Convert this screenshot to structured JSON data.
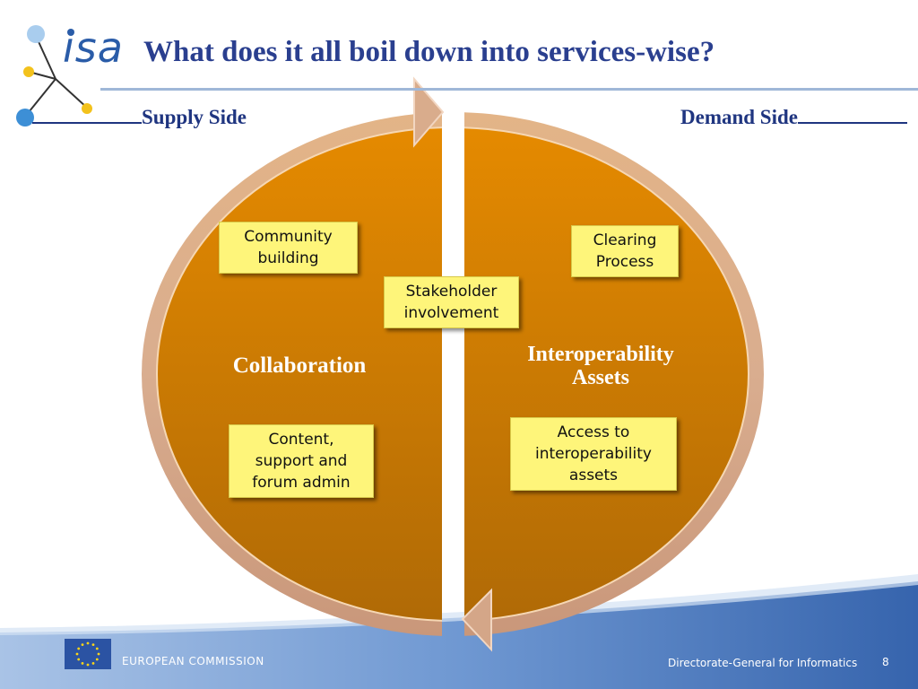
{
  "logo": {
    "text": "isa"
  },
  "slide": {
    "title": "What does it all boil down into services-wise?",
    "supply_label": "Supply Side",
    "demand_label": "Demand Side",
    "page_number": "8"
  },
  "diagram": {
    "left_title": "Collaboration",
    "right_title_line1": "Interoperability",
    "right_title_line2": "Assets",
    "boxes": {
      "community_building": [
        "Community",
        "building"
      ],
      "stakeholder_involvement": [
        "Stakeholder",
        "involvement"
      ],
      "clearing_process": [
        "Clearing",
        "Process"
      ],
      "content_support": [
        "Content,",
        "support and",
        "forum admin"
      ],
      "access_assets": [
        "Access to",
        "interoperability",
        "assets"
      ]
    }
  },
  "footer": {
    "left": "EUROPEAN COMMISSION",
    "right": "Directorate-General for Informatics"
  },
  "colors": {
    "title": "#2a3f8f",
    "orange_top": "#e58a00",
    "orange_bottom": "#b56d05",
    "ring": "#dcb08a",
    "box": "#fef57a",
    "footer_blue": "#3f6fb5"
  }
}
